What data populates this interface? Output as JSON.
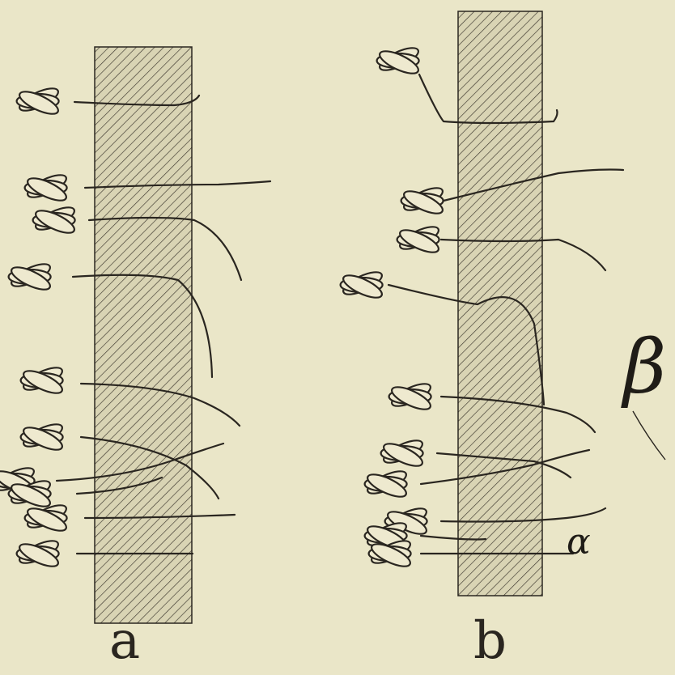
{
  "panels": [
    {
      "label": "a",
      "seedling_count": 10
    },
    {
      "label": "b",
      "seedling_count": 10
    }
  ],
  "annotations": {
    "beta": "β",
    "alpha": "α"
  },
  "colors": {
    "background": "#eae6c8",
    "ink": "#2a2620",
    "hatch_fill": "#d9d4b4"
  }
}
